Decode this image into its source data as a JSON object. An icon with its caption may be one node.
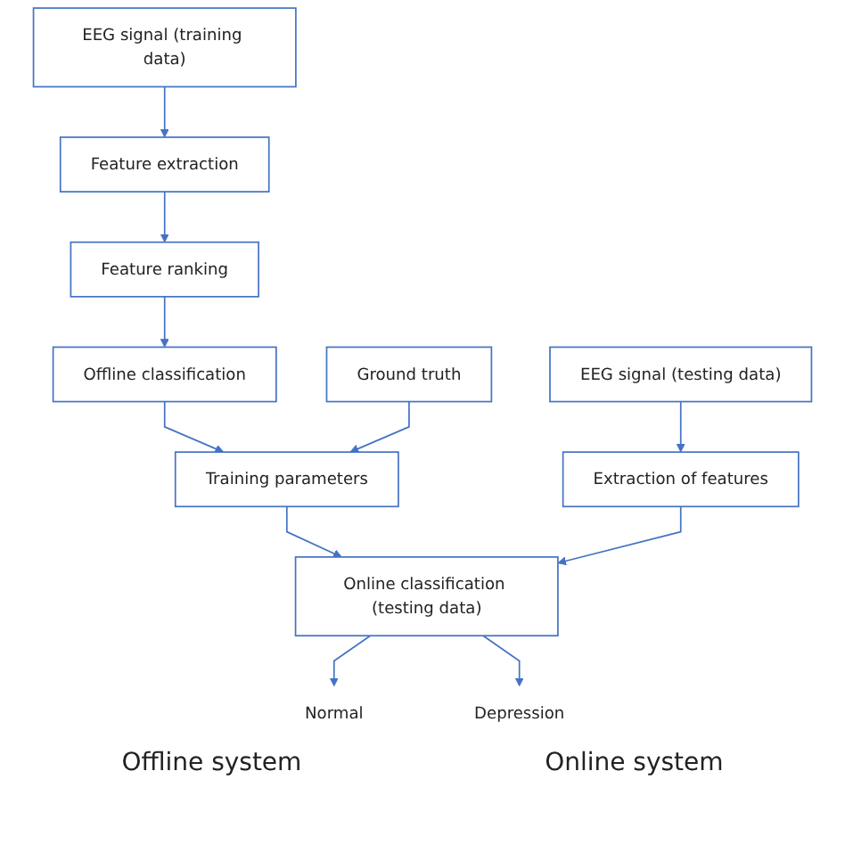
{
  "diagram": {
    "nodes": [
      {
        "text": [
          "EEG signal (training data)"
        ]
      },
      {
        "text": [
          "Feature extraction"
        ]
      },
      {
        "text": [
          "Feature ranking"
        ]
      },
      {
        "text": [
          "Offline classification"
        ]
      },
      {
        "text": [
          "Ground truth"
        ]
      },
      {
        "text": [
          "Training parameters"
        ]
      },
      {
        "text": [
          "EEG signal (testing data)"
        ]
      },
      {
        "text": [
          "Extraction of features"
        ]
      },
      {
        "text": [
          "Online classification (testing data)"
        ]
      },
      {
        "text": [
          "Normal"
        ]
      },
      {
        "text": [
          "Depression"
        ]
      }
    ],
    "edges": [
      {
        "from": 0,
        "to": 1,
        "arrow": "to"
      },
      {
        "from": 1,
        "to": 2,
        "arrow": "to"
      },
      {
        "from": 2,
        "to": 3,
        "arrow": "to"
      },
      {
        "from": 3,
        "to": 5,
        "arrow": "to"
      },
      {
        "from": 4,
        "to": 5,
        "arrow": "to"
      },
      {
        "from": 5,
        "to": 8,
        "arrow": "to"
      },
      {
        "from": 6,
        "to": 7,
        "arrow": "to"
      },
      {
        "from": 7,
        "to": 8,
        "arrow": "to"
      },
      {
        "from": 8,
        "to": 9,
        "arrow": "to"
      },
      {
        "from": 8,
        "to": 10,
        "arrow": "to"
      }
    ],
    "labels": [
      "Offline system",
      "Online system"
    ]
  }
}
